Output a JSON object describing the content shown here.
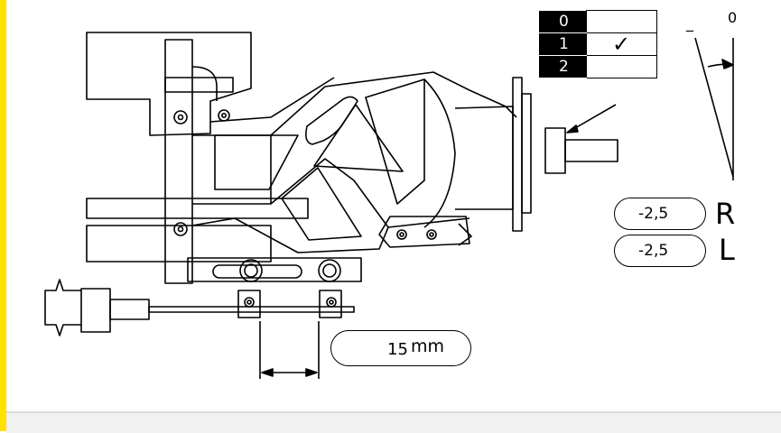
{
  "option_table": {
    "rows": [
      {
        "index": "0",
        "mark": ""
      },
      {
        "index": "1",
        "mark": "✓"
      },
      {
        "index": "2",
        "mark": ""
      }
    ]
  },
  "camber": {
    "minus_sign": "_",
    "zero_label": "0",
    "right": {
      "value": "-2,5",
      "side": "R"
    },
    "left": {
      "value": "-2,5",
      "side": "L"
    }
  },
  "length": {
    "value": "15",
    "unit": "mm"
  },
  "colors": {
    "side_accent": "#ffe000",
    "line": "#000000"
  }
}
